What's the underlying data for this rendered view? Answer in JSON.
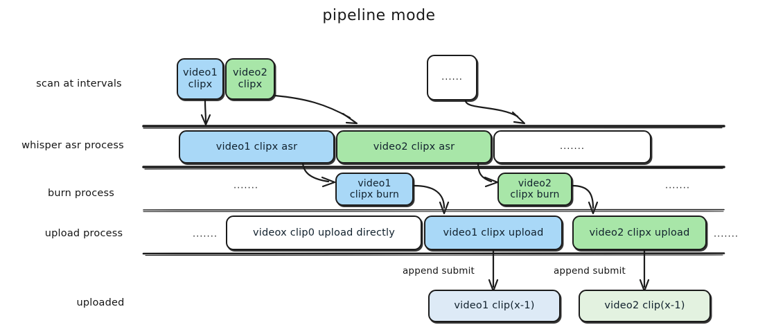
{
  "title": "pipeline mode",
  "colors": {
    "blue": "#a9d8f7",
    "green": "#a8e6a8",
    "pale_blue": "#ddeaf6",
    "pale_green": "#e3f2e0",
    "stroke": "#1b1b1b",
    "background": "#ffffff"
  },
  "lanes": [
    {
      "id": "scan",
      "label": "scan at intervals"
    },
    {
      "id": "asr",
      "label": "whisper asr process"
    },
    {
      "id": "burn",
      "label": "burn process"
    },
    {
      "id": "upload",
      "label": "upload process"
    },
    {
      "id": "uploaded",
      "label": "uploaded"
    }
  ],
  "nodes": {
    "scan_video1": {
      "lines": [
        "video1",
        "clipx"
      ],
      "color": "blue"
    },
    "scan_video2": {
      "lines": [
        "video2",
        "clipx"
      ],
      "color": "green"
    },
    "scan_more": {
      "lines": [
        "......"
      ],
      "color": "white"
    },
    "asr_video1": {
      "lines": [
        "video1 clipx asr"
      ],
      "color": "blue"
    },
    "asr_video2": {
      "lines": [
        "video2 clipx asr"
      ],
      "color": "green"
    },
    "asr_more": {
      "lines": [
        "......."
      ],
      "color": "white"
    },
    "burn_video1": {
      "lines": [
        "video1",
        "clipx burn"
      ],
      "color": "blue"
    },
    "burn_video2": {
      "lines": [
        "video2",
        "clipx burn"
      ],
      "color": "green"
    },
    "upload_direct": {
      "lines": [
        "videox clip0 upload directly"
      ],
      "color": "white"
    },
    "upload_video1": {
      "lines": [
        "video1 clipx upload"
      ],
      "color": "blue"
    },
    "upload_video2": {
      "lines": [
        "video2 clipx upload"
      ],
      "color": "green"
    },
    "uploaded_video1": {
      "lines": [
        "video1 clip(x-1)"
      ],
      "color": "pale_blue"
    },
    "uploaded_video2": {
      "lines": [
        "video2 clip(x-1)"
      ],
      "color": "pale_green"
    }
  },
  "ellipsis_marks": {
    "burn_left": ".......",
    "burn_right": ".......",
    "upload_left": ".......",
    "upload_right": "......."
  },
  "edge_labels": {
    "append_submit_1": "append submit",
    "append_submit_2": "append submit"
  }
}
